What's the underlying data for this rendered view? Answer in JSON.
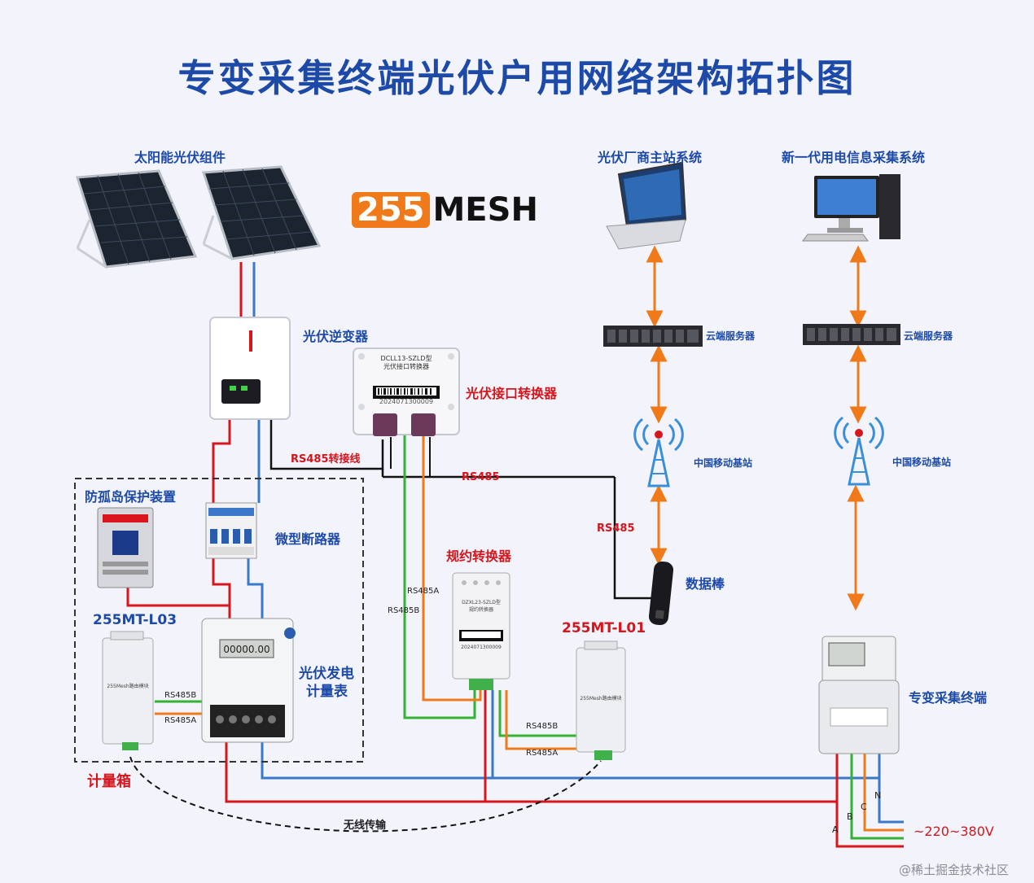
{
  "title": "专变采集终端光伏户用网络架构拓扑图",
  "brand": {
    "number": "255",
    "name": "MESH"
  },
  "labels": {
    "solar_modules": "太阳能光伏组件",
    "pv_master_system": "光伏厂商主站系统",
    "new_gen_system": "新一代用电信息采集系统",
    "inverter": "光伏逆变器",
    "pv_interface_converter": "光伏接口转换器",
    "cloud_server_1": "云端服务器",
    "cloud_server_2": "云端服务器",
    "base_station_1": "中国移动基站",
    "base_station_2": "中国移动基站",
    "rs485_adapter": "RS485转接线",
    "rs485_1": "RS485",
    "rs485_2": "RS485",
    "anti_islanding": "防孤岛保护装置",
    "breaker": "微型断路器",
    "protocol_converter": "规约转换器",
    "data_stick": "数据棒",
    "mt_l03": "255MT-L03",
    "mt_l01": "255MT-L01",
    "pv_meter_line1": "光伏发电",
    "pv_meter_line2": "计量表",
    "terminal": "专变采集终端",
    "meter_box": "计量箱",
    "wireless": "无线传输",
    "rs485a_1": "RS485A",
    "rs485b_1": "RS485B",
    "rs485b_2": "RS485B",
    "rs485a_2": "RS485A",
    "rs485b_3": "RS485B",
    "rs485a_3": "RS485A",
    "phase_a": "A",
    "phase_b": "B",
    "phase_c": "C",
    "phase_n": "N",
    "voltage": "~220~380V",
    "watermark": "@稀土掘金技术社区"
  },
  "device_text": {
    "converter_model": "DCLL13-SZLD型",
    "converter_name": "光伏接口转换器",
    "converter_serial": "2024071300009",
    "protocol_model": "DZXL23-SZLD型",
    "protocol_name": "规约转换器",
    "protocol_serial": "2024071300009",
    "meter_display": "00000.00",
    "mt_l03_text": "255Mesh路由模块",
    "mt_l01_text": "255Mesh路由模块"
  },
  "colors": {
    "title": "#1d4aa8",
    "red_wire": "#d8141c",
    "blue_wire": "#3a78c9",
    "green_wire": "#33b233",
    "orange_wire": "#f07a1a",
    "black_wire": "#111111",
    "bidirectional_arrow": "#f07a1a",
    "brand_accent": "#f07a1a"
  },
  "icons": [
    "solar-panel-icon",
    "inverter-icon",
    "converter-icon",
    "laptop-icon",
    "desktop-icon",
    "server-icon",
    "tower-icon",
    "data-stick-icon",
    "breaker-icon",
    "meter-icon",
    "terminal-icon",
    "module-icon"
  ]
}
